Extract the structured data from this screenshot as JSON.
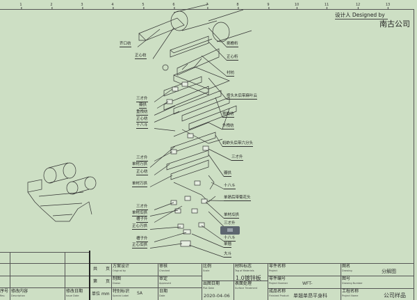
{
  "ruler": [
    "1",
    "2",
    "3",
    "4",
    "5",
    "6",
    "7",
    "8",
    "9",
    "10",
    "11",
    "12",
    "13"
  ],
  "header": {
    "designed_by": "设计人 Designed by",
    "company": "南古公司"
  },
  "labels_left": [
    "齐口枋",
    "正心枋",
    "三才升",
    "瓣拱",
    "重拽枋",
    "正心枋",
    "十八斗",
    "三才升",
    "单材万拱",
    "正心枋",
    "单材万拱",
    "三才升",
    "单材瓜拱",
    "槽子升",
    "正心万拱",
    "槽子升",
    "正心瓜拱"
  ],
  "labels_right": [
    "挑檐桁",
    "正心桁",
    "衬枋",
    "撑头木后带麻叶云",
    "挑檐枋",
    "外拽枋",
    "蚂蚱头后带六分头",
    "三才升",
    "瓣拱",
    "十八斗",
    "单昂后带菊花头",
    "单材瓜拱",
    "三才升",
    "十八斗",
    "单翘",
    "大斗"
  ],
  "title_block": {
    "rev": "序号",
    "rev_en": "Rev.",
    "desc": "修改内容",
    "desc_en": "Description",
    "issue": "修改日期",
    "issue_en": "Issue Date",
    "total": "共",
    "total_unit": "页",
    "sheet": "第",
    "sheet_unit": "页",
    "unit": "单位",
    "unit_val": "mm",
    "original": "方案设计",
    "original_en": "Original by",
    "drawn": "制图",
    "drawn_en": "Drawn",
    "special": "特别标识",
    "special_en": "Special Label",
    "special_val": "SA",
    "checked": "审核",
    "checked_en": "Checked",
    "approved": "审定",
    "approved_en": "Approved",
    "date": "日期",
    "date_en": "Date",
    "scale": "比例",
    "scale_en": "Scale",
    "plot_date": "出图日期",
    "plot_date_en": "Plot Date",
    "plot_date_val": "2020-04-06",
    "material": "材料标志",
    "material_en": "Tag of Materiels",
    "material_val": "1.0镀锌板",
    "surface": "表面处理",
    "surface_en": "Surface Treatment",
    "project": "零件名称",
    "project_en": "Project",
    "project_number": "零件编号",
    "project_number_en": "Project Number",
    "project_number_val": "WFT-",
    "finished": "成品名称",
    "finished_en": "Finished Product",
    "finished_val": "单翘单昂平身科",
    "drawing": "图名",
    "drawing_en": "Drawing",
    "drawing_val": "分解图",
    "drawing_number": "图号",
    "drawing_number_en": "Drawing Number",
    "project_name": "工程名称",
    "project_name_en": "Project Name",
    "project_name_val": "公司样品"
  }
}
